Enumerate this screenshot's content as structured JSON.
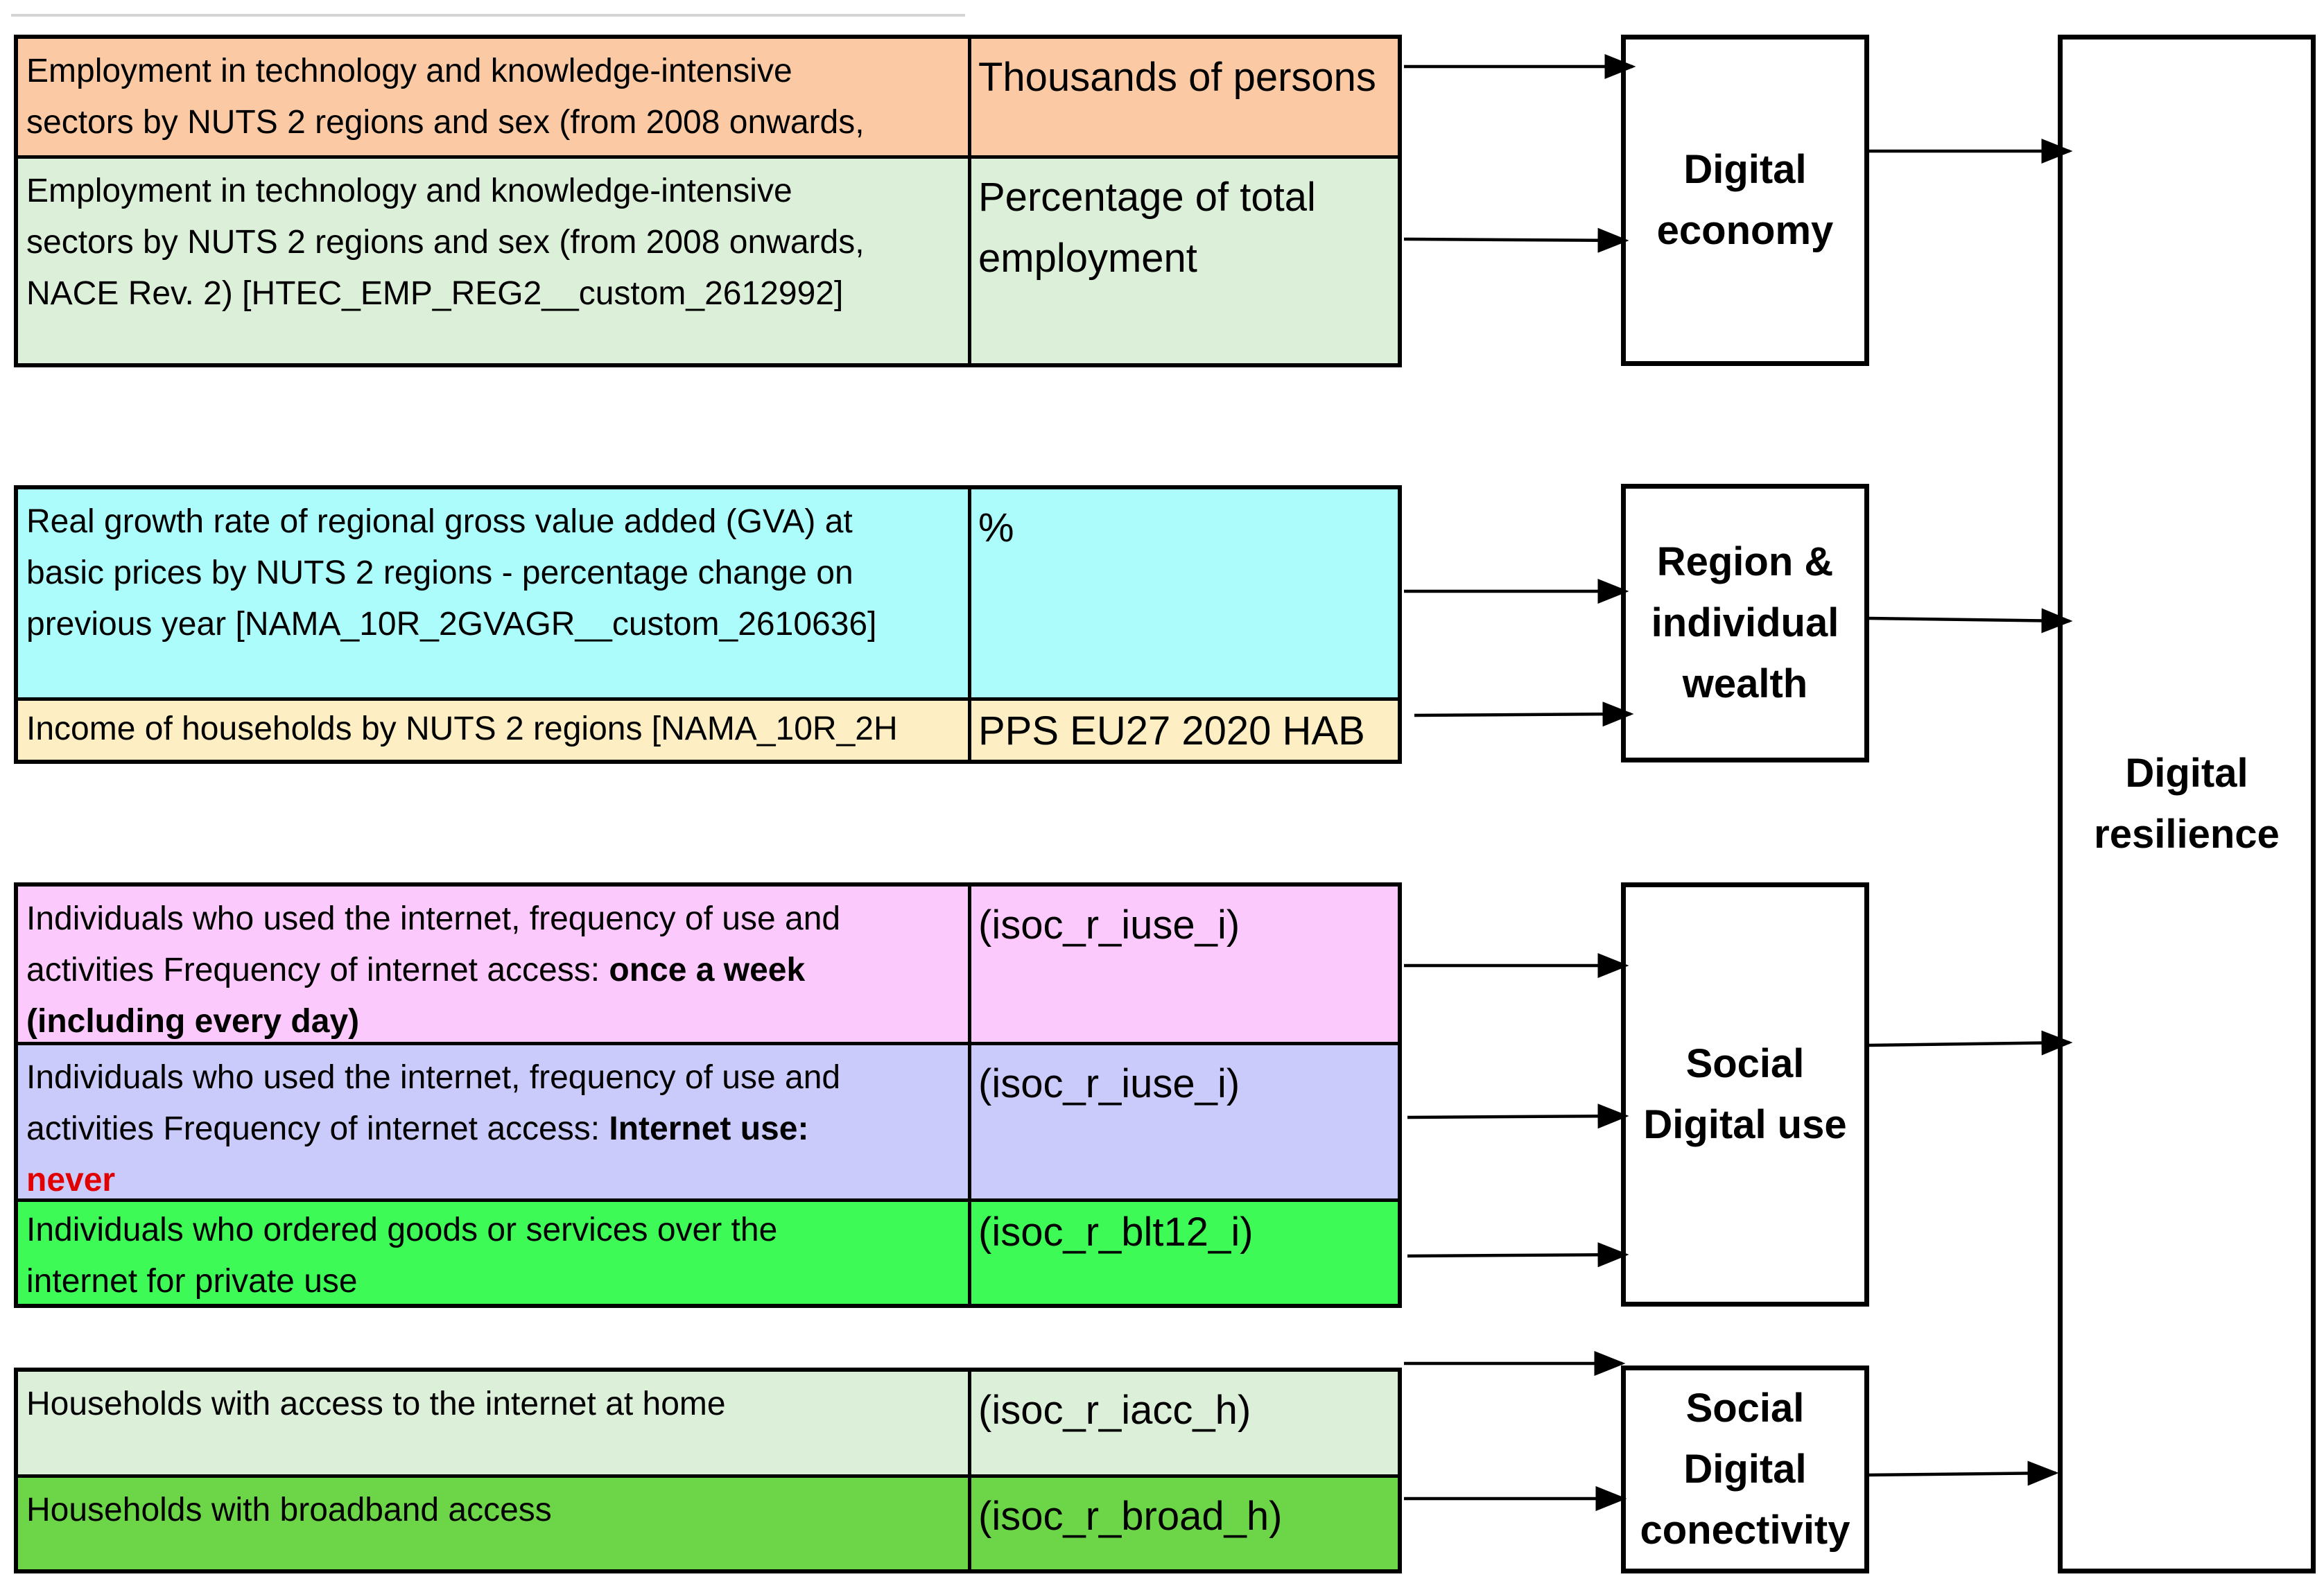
{
  "tables": {
    "economy": {
      "rows": [
        {
          "desc_lines": [
            "Employment in technology and knowledge-intensive",
            "sectors by NUTS 2 regions and sex (from 2008 onwards,"
          ],
          "unit": "Thousands of persons",
          "bg": "#fbcaa5"
        },
        {
          "desc_lines": [
            "Employment in technology and knowledge-intensive",
            "sectors by NUTS 2 regions and sex (from 2008 onwards,",
            "NACE Rev. 2) [HTEC_EMP_REG2__custom_2612992]"
          ],
          "unit_lines": [
            "Percentage of total",
            "employment"
          ],
          "bg": "#dcefd8"
        }
      ]
    },
    "wealth": {
      "rows": [
        {
          "desc_lines": [
            "Real growth rate of regional gross value added (GVA) at",
            "basic prices by NUTS 2 regions - percentage change on",
            "previous year [NAMA_10R_2GVAGR__custom_2610636]"
          ],
          "unit": "%",
          "bg": "#adfcfc"
        },
        {
          "desc_lines": [
            "Income of households by NUTS 2 regions [NAMA_10R_2H"
          ],
          "unit": "PPS EU27 2020 HAB",
          "bg": "#fdeec4"
        }
      ]
    },
    "social_use": {
      "rows": [
        {
          "desc_lines": [
            "Individuals who used the internet, frequency of use and",
            "activities Frequency of internet access: "
          ],
          "desc_bold_1": "once a week",
          "desc_bold_2": "(including every day)",
          "unit": "(isoc_r_iuse_i)",
          "bg": "#fbc9fb"
        },
        {
          "desc_lines": [
            "Individuals who used the internet, frequency of use and",
            "activities Frequency of internet access: "
          ],
          "desc_bold_1": "Internet use:",
          "desc_red": "never",
          "unit": "(isoc_r_iuse_i)",
          "bg": "#cbcbfb"
        },
        {
          "desc_lines": [
            "Individuals who ordered goods or services over the",
            "internet for private use"
          ],
          "unit": "(isoc_r_blt12_i)",
          "bg": "#3dfa57"
        }
      ]
    },
    "connectivity": {
      "rows": [
        {
          "desc_lines": [
            "Households with access to the internet at home"
          ],
          "unit": "(isoc_r_iacc_h)",
          "bg": "#dcefd8"
        },
        {
          "desc_lines": [
            "Households with broadband access"
          ],
          "unit": "(isoc_r_broad_h)",
          "bg": "#6dd548"
        }
      ]
    }
  },
  "boxes": {
    "digital_economy": "Digital\neconomy",
    "region_wealth": "Region &\nindividual\nwealth",
    "social_digital_use": "Social\nDigital use",
    "social_digital_connectivity": "Social\nDigital\nconectivity",
    "digital_resilience": "Digital\nresilience"
  }
}
